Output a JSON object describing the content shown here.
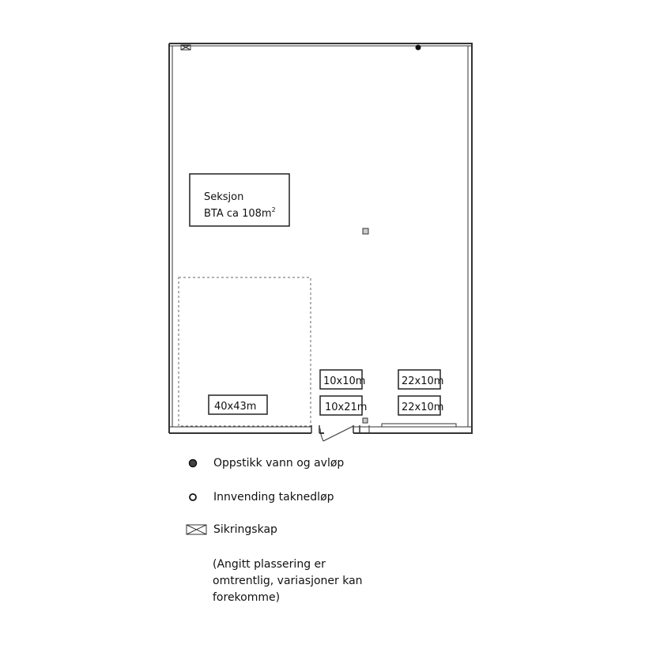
{
  "section": {
    "name": "Seksjon",
    "area_prefix": "BTA ca 108m",
    "area_sup": "2"
  },
  "doors": {
    "door_a": "40x43m",
    "door_b": "10x10m",
    "door_c": "10x21m",
    "door_d": "22x10m",
    "door_e": "22x10m"
  },
  "legend": {
    "water_drain": "Oppstikk vann og avløp",
    "roof_drain": "Innvending taknedløp",
    "fuse_box": "Sikringskap"
  },
  "note": {
    "line1": "(Angitt plassering er",
    "line2": "omtrentlig, variasjoner kan",
    "line3": "forekomme)"
  }
}
